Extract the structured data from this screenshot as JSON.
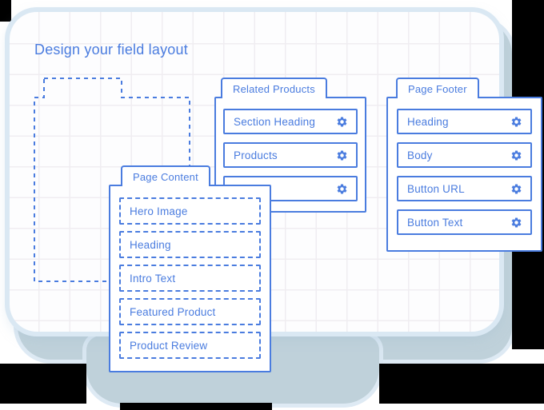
{
  "title": "Design your field layout",
  "colors": {
    "accent": "#4a7cdf",
    "slab": "#bfd1da",
    "rim": "#dae8f3",
    "grid_line": "#f0edf1",
    "card_bg": "#fdfdfe",
    "panel_bg": "#ffffff",
    "artifact": "#000000"
  },
  "panels": [
    {
      "tab": "Related Products",
      "gear": true,
      "fields": [
        "Section Heading",
        "Products",
        ""
      ]
    },
    {
      "tab": "Page Footer",
      "gear": true,
      "fields": [
        "Heading",
        "Body",
        "Button URL",
        "Button Text"
      ]
    },
    {
      "tab": "Page Content",
      "gear": false,
      "fields": [
        "Hero Image",
        "Heading",
        "Intro Text",
        "Featured Product",
        "Product Review"
      ]
    }
  ]
}
